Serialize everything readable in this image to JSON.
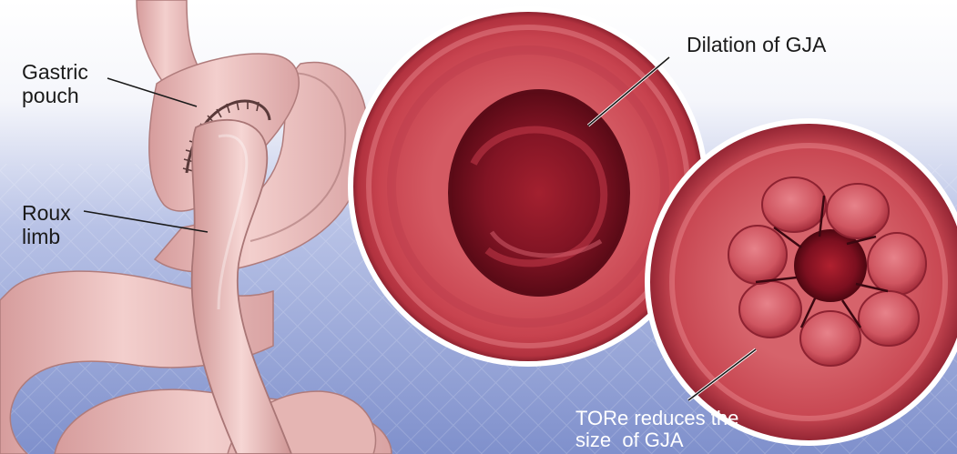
{
  "labels": {
    "gastric_pouch": [
      "Gastric",
      "pouch"
    ],
    "roux_limb": [
      "Roux",
      "limb"
    ],
    "dilation": "Dilation of GJA",
    "tore": [
      "TORe reduces the",
      "size  of GJA"
    ]
  },
  "colors": {
    "background_blue": "#8e9fd3",
    "tissue_pink": "#e9bcbc",
    "mucosa_red": "#c9434f",
    "lumen_dark": "#6e0f1e",
    "label_text": "#1a1a1a",
    "label_text_light": "#ffffff"
  }
}
